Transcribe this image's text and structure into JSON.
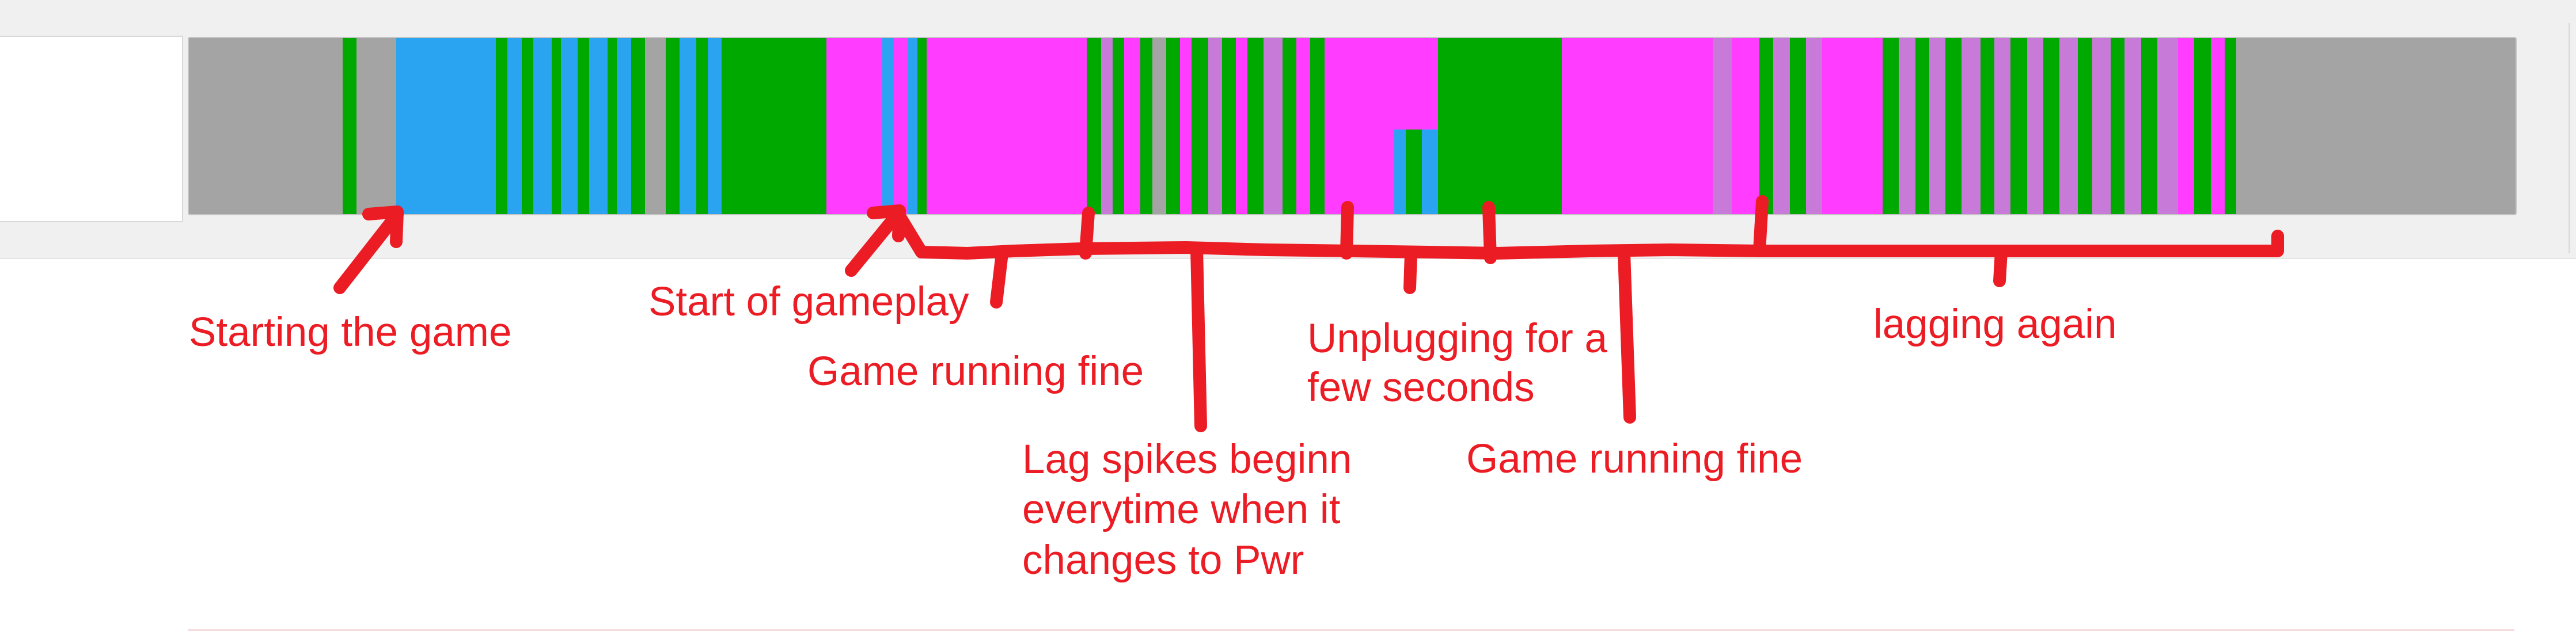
{
  "colors": {
    "green": "#00a900",
    "blue": "#2aa4f0",
    "magenta": "#ff3cff",
    "gray": "#a4a4a4",
    "violet": "#c87ad8",
    "annotation": "#ec1c24"
  },
  "timeline": {
    "segments": [
      {
        "start": 0.0,
        "end": 0.066,
        "color": "gray"
      },
      {
        "start": 0.066,
        "end": 0.072,
        "color": "green"
      },
      {
        "start": 0.072,
        "end": 0.089,
        "color": "gray"
      },
      {
        "start": 0.089,
        "end": 0.132,
        "color": "blue"
      },
      {
        "start": 0.132,
        "end": 0.137,
        "color": "green"
      },
      {
        "start": 0.137,
        "end": 0.143,
        "color": "blue"
      },
      {
        "start": 0.143,
        "end": 0.148,
        "color": "green"
      },
      {
        "start": 0.148,
        "end": 0.156,
        "color": "blue"
      },
      {
        "start": 0.156,
        "end": 0.16,
        "color": "green"
      },
      {
        "start": 0.16,
        "end": 0.167,
        "color": "blue"
      },
      {
        "start": 0.167,
        "end": 0.172,
        "color": "green"
      },
      {
        "start": 0.172,
        "end": 0.18,
        "color": "blue"
      },
      {
        "start": 0.18,
        "end": 0.184,
        "color": "green"
      },
      {
        "start": 0.184,
        "end": 0.19,
        "color": "blue"
      },
      {
        "start": 0.19,
        "end": 0.196,
        "color": "green"
      },
      {
        "start": 0.196,
        "end": 0.205,
        "color": "gray"
      },
      {
        "start": 0.205,
        "end": 0.211,
        "color": "green"
      },
      {
        "start": 0.211,
        "end": 0.218,
        "color": "blue"
      },
      {
        "start": 0.218,
        "end": 0.223,
        "color": "green"
      },
      {
        "start": 0.223,
        "end": 0.229,
        "color": "blue"
      },
      {
        "start": 0.229,
        "end": 0.274,
        "color": "green"
      },
      {
        "start": 0.274,
        "end": 0.298,
        "color": "magenta"
      },
      {
        "start": 0.298,
        "end": 0.303,
        "color": "blue"
      },
      {
        "start": 0.303,
        "end": 0.309,
        "color": "magenta"
      },
      {
        "start": 0.309,
        "end": 0.313,
        "color": "blue"
      },
      {
        "start": 0.313,
        "end": 0.317,
        "color": "green"
      },
      {
        "start": 0.317,
        "end": 0.386,
        "color": "magenta"
      },
      {
        "start": 0.386,
        "end": 0.392,
        "color": "green"
      },
      {
        "start": 0.392,
        "end": 0.397,
        "color": "violet"
      },
      {
        "start": 0.397,
        "end": 0.402,
        "color": "green"
      },
      {
        "start": 0.402,
        "end": 0.409,
        "color": "magenta"
      },
      {
        "start": 0.409,
        "end": 0.414,
        "color": "green"
      },
      {
        "start": 0.414,
        "end": 0.42,
        "color": "gray"
      },
      {
        "start": 0.42,
        "end": 0.426,
        "color": "green"
      },
      {
        "start": 0.426,
        "end": 0.431,
        "color": "magenta"
      },
      {
        "start": 0.431,
        "end": 0.438,
        "color": "green"
      },
      {
        "start": 0.438,
        "end": 0.444,
        "color": "violet"
      },
      {
        "start": 0.444,
        "end": 0.45,
        "color": "green"
      },
      {
        "start": 0.45,
        "end": 0.455,
        "color": "magenta"
      },
      {
        "start": 0.455,
        "end": 0.462,
        "color": "green"
      },
      {
        "start": 0.462,
        "end": 0.47,
        "color": "violet"
      },
      {
        "start": 0.47,
        "end": 0.476,
        "color": "green"
      },
      {
        "start": 0.476,
        "end": 0.482,
        "color": "magenta"
      },
      {
        "start": 0.482,
        "end": 0.488,
        "color": "green"
      },
      {
        "start": 0.488,
        "end": 0.518,
        "color": "magenta"
      },
      {
        "start": 0.518,
        "end": 0.523,
        "color": "blue"
      },
      {
        "start": 0.523,
        "end": 0.53,
        "color": "green"
      },
      {
        "start": 0.53,
        "end": 0.537,
        "color": "blue"
      },
      {
        "start": 0.537,
        "end": 0.59,
        "color": "green"
      },
      {
        "start": 0.59,
        "end": 0.655,
        "color": "magenta"
      },
      {
        "start": 0.655,
        "end": 0.663,
        "color": "violet"
      },
      {
        "start": 0.663,
        "end": 0.675,
        "color": "magenta"
      },
      {
        "start": 0.675,
        "end": 0.681,
        "color": "green"
      },
      {
        "start": 0.681,
        "end": 0.688,
        "color": "violet"
      },
      {
        "start": 0.688,
        "end": 0.695,
        "color": "green"
      },
      {
        "start": 0.695,
        "end": 0.702,
        "color": "violet"
      },
      {
        "start": 0.702,
        "end": 0.728,
        "color": "magenta"
      },
      {
        "start": 0.728,
        "end": 0.735,
        "color": "green"
      },
      {
        "start": 0.735,
        "end": 0.742,
        "color": "violet"
      },
      {
        "start": 0.742,
        "end": 0.748,
        "color": "green"
      },
      {
        "start": 0.748,
        "end": 0.755,
        "color": "violet"
      },
      {
        "start": 0.755,
        "end": 0.762,
        "color": "green"
      },
      {
        "start": 0.762,
        "end": 0.77,
        "color": "violet"
      },
      {
        "start": 0.77,
        "end": 0.776,
        "color": "green"
      },
      {
        "start": 0.776,
        "end": 0.783,
        "color": "violet"
      },
      {
        "start": 0.783,
        "end": 0.79,
        "color": "green"
      },
      {
        "start": 0.79,
        "end": 0.797,
        "color": "violet"
      },
      {
        "start": 0.797,
        "end": 0.804,
        "color": "green"
      },
      {
        "start": 0.804,
        "end": 0.812,
        "color": "violet"
      },
      {
        "start": 0.812,
        "end": 0.818,
        "color": "green"
      },
      {
        "start": 0.818,
        "end": 0.826,
        "color": "violet"
      },
      {
        "start": 0.826,
        "end": 0.832,
        "color": "green"
      },
      {
        "start": 0.832,
        "end": 0.839,
        "color": "violet"
      },
      {
        "start": 0.839,
        "end": 0.846,
        "color": "green"
      },
      {
        "start": 0.846,
        "end": 0.855,
        "color": "violet"
      },
      {
        "start": 0.855,
        "end": 0.862,
        "color": "magenta"
      },
      {
        "start": 0.862,
        "end": 0.869,
        "color": "green"
      },
      {
        "start": 0.869,
        "end": 0.875,
        "color": "magenta"
      },
      {
        "start": 0.875,
        "end": 0.88,
        "color": "green"
      },
      {
        "start": 0.88,
        "end": 1.0,
        "color": "gray"
      }
    ],
    "overlays": [
      {
        "start": 0.5,
        "end": 0.537,
        "top": 0.0,
        "bottom": 0.52,
        "color": "magenta"
      }
    ]
  },
  "annotations": {
    "starting_game": "Starting the game",
    "start_gameplay": "Start of gameplay",
    "running_fine_1": "Game running fine",
    "lag_line1": "Lag spikes beginn",
    "lag_line2": "everytime when it",
    "lag_line3": "changes to Pwr",
    "unplug_line1": "Unplugging for a",
    "unplug_line2": "few seconds",
    "running_fine_2": "Game running fine",
    "lagging_again": "lagging again"
  }
}
